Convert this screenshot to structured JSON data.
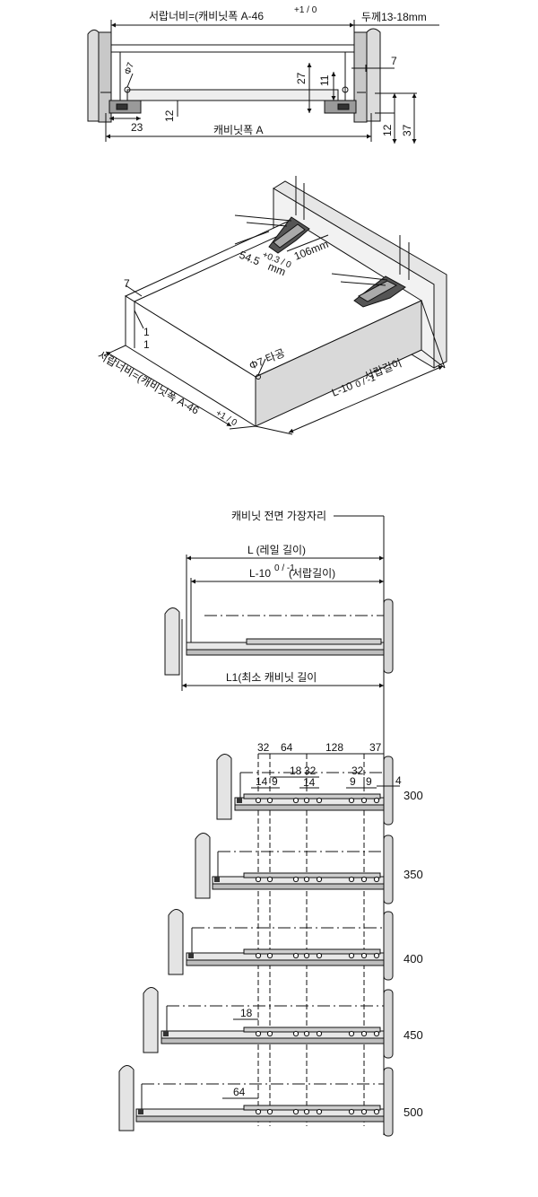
{
  "top_view": {
    "drawer_width_label": "서랍너비=(캐비닛폭  A-46",
    "drawer_width_tol": "+1 / 0",
    "thickness_label": "두께13-18mm",
    "phi7": "Φ7",
    "dim_27": "27",
    "dim_11": "11",
    "dim_7": "7",
    "dim_12a": "12",
    "dim_23": "23",
    "dim_12b": "12",
    "dim_37": "37",
    "cabinet_width_label": "캐비닛폭 A"
  },
  "iso_view": {
    "dim_54_5": "54.5",
    "dim_54_5_tol": "+0.3 / 0",
    "dim_54_5_unit": "mm",
    "dim_106": "106mm",
    "dim_7": "7",
    "dim_1a": "1",
    "dim_1b": "1",
    "drawer_width_label": "서랍너비=(캐비닛폭  A-46",
    "drawer_width_tol": "+1 / 0",
    "hole_label": "Φ7 타공",
    "drawer_length_label": "L-10",
    "drawer_length_tol": "0 / -1",
    "drawer_length_text": "서랍길이"
  },
  "side_view": {
    "front_edge_label": "캐비닛 전면 가장자리",
    "rail_length_label": "L (레일 길이)",
    "drawer_length_label": "L-10",
    "drawer_length_tol": "0 / -1",
    "drawer_length_text": "(서랍길이)",
    "min_cabinet_label": "L1(최소 캐비닛 길이"
  },
  "hole_pattern": {
    "dims_top": [
      "32",
      "64",
      "128",
      "37"
    ],
    "dims_mid": [
      "18",
      "32",
      "32"
    ],
    "dims_low": [
      "14",
      "9",
      "14",
      "9",
      "9"
    ],
    "dim_4": "4",
    "dim_18_450": "18",
    "dim_64_500": "64",
    "lengths": [
      "300",
      "350",
      "400",
      "450",
      "500"
    ]
  }
}
